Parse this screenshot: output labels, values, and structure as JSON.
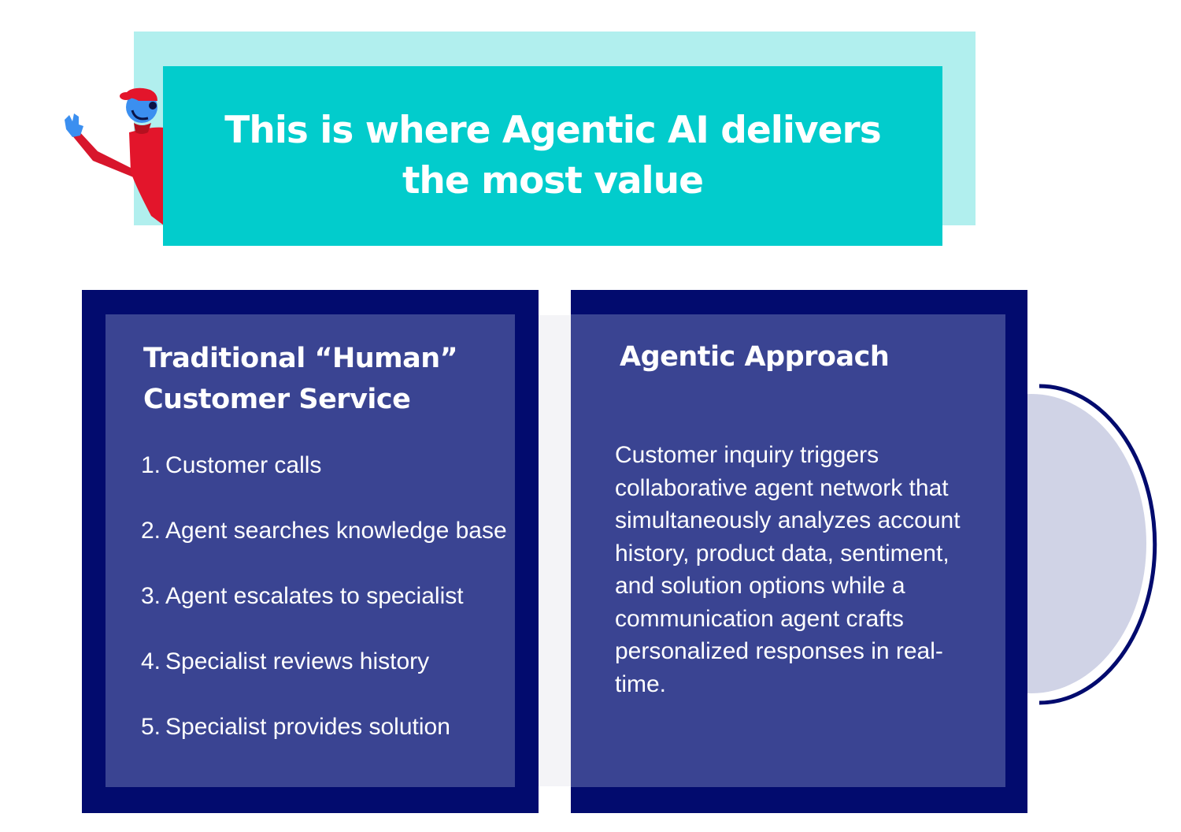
{
  "header": {
    "title": "This is where Agentic AI delivers the most value"
  },
  "traditional": {
    "heading": "Traditional “Human” Customer Service",
    "steps": [
      {
        "number": "1.",
        "text": "Customer calls"
      },
      {
        "number": "2.",
        "text": "Agent searches knowledge base"
      },
      {
        "number": "3.",
        "text": "Agent escalates to specialist"
      },
      {
        "number": "4.",
        "text": "Specialist reviews history"
      },
      {
        "number": "5.",
        "text": "Specialist provides solution"
      }
    ]
  },
  "agentic": {
    "heading": "Agentic Approach",
    "body": "Customer inquiry triggers collaborative agent network that simultaneously analyzes account history, product data, sentiment, and solution options while a communication agent crafts personalized responses in real-time."
  },
  "colors": {
    "banner_teal": "#02cccc",
    "banner_light_teal": "#b1efee",
    "panel_navy": "#020b6e",
    "panel_inner": "#3a4492",
    "accent_red": "#e3152b",
    "accent_blue": "#3b8ff0"
  },
  "icons": {
    "mascot": "waving-support-agent-illustration",
    "decoration": "half-circle-outline"
  }
}
